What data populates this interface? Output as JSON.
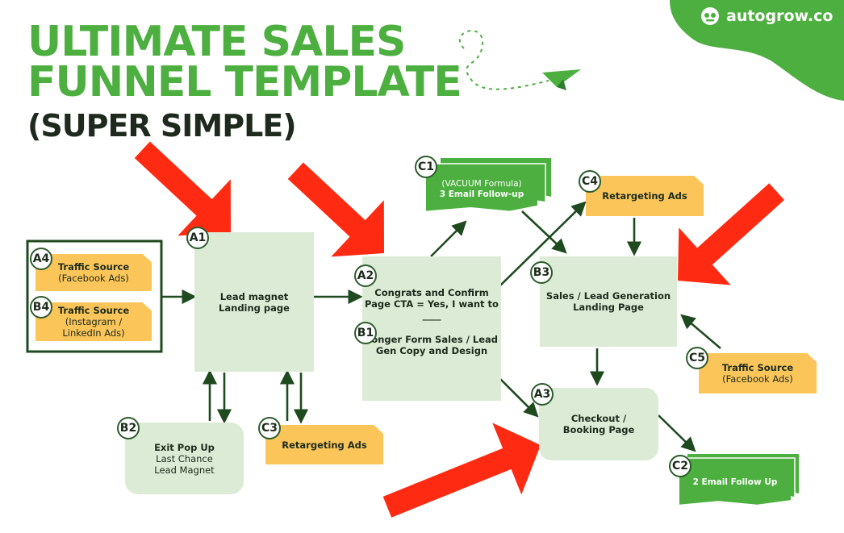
{
  "brand": {
    "name": "autogrow.co"
  },
  "title": {
    "line1": "ULTIMATE SALES",
    "line2": "FUNNEL TEMPLATE",
    "line3": "(SUPER SIMPLE)"
  },
  "badges": {
    "a1": "A1",
    "a2": "A2",
    "a3": "A3",
    "a4": "A4",
    "b1": "B1",
    "b2": "B2",
    "b3": "B3",
    "b4": "B4",
    "c1": "C1",
    "c2": "C2",
    "c3": "C3",
    "c4": "C4",
    "c5": "C5"
  },
  "nodes": {
    "traffic_fb": {
      "title": "Traffic Source",
      "sub": "(Facebook Ads)"
    },
    "traffic_ig": {
      "title": "Traffic Source",
      "sub1": "(Instagram /",
      "sub2": "LinkedIn Ads)"
    },
    "lead_magnet": {
      "line1": "Lead magnet",
      "line2": "Landing page"
    },
    "congrats": {
      "line1": "Congrats and Confirm",
      "line2": "Page CTA = Yes, I want to",
      "line3": "____"
    },
    "longer_form": {
      "line1": "Longer Form Sales / Lead",
      "line2": "Gen Copy and Design"
    },
    "vacuum": {
      "line1": "(VACUUM Formula)",
      "line2": "3 Email Follow-up"
    },
    "retargeting_c4": {
      "label": "Retargeting Ads"
    },
    "sales_landing": {
      "line1": "Sales / Lead Generation",
      "line2": "Landing Page"
    },
    "traffic_c5": {
      "title": "Traffic Source",
      "sub": "(Facebook Ads)"
    },
    "checkout": {
      "line1": "Checkout /",
      "line2": "Booking Page"
    },
    "email_c2": {
      "label": "2 Email Follow Up"
    },
    "exit_popup": {
      "line1": "Exit Pop Up",
      "line2": "Last Chance",
      "line3": "Lead Magnet"
    },
    "retargeting_c3": {
      "label": "Retargeting Ads"
    }
  },
  "colors": {
    "green": "#4caf3f",
    "light_green": "#dcebd6",
    "yellow": "#fbc55a",
    "red_arrow": "#ff2a12",
    "dark": "#1c2b1c"
  },
  "icons": [
    "paper-plane-icon",
    "autogrow-logo-icon",
    "red-pointer-arrow-icon"
  ]
}
